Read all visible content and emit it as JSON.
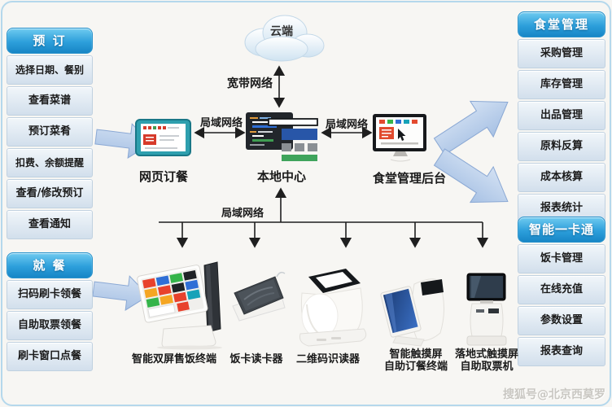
{
  "panels": {
    "booking": {
      "title": "预 订",
      "items": [
        "选择日期、餐别",
        "查看菜谱",
        "预订菜肴",
        "扣费、余额提醒",
        "查看/修改预订",
        "查看通知"
      ]
    },
    "dining": {
      "title": "就 餐",
      "items": [
        "扫码刷卡领餐",
        "自助取票领餐",
        "刷卡窗口点餐"
      ]
    },
    "canteen_mgmt": {
      "title": "食堂管理",
      "items": [
        "采购管理",
        "库存管理",
        "出品管理",
        "原料反算",
        "成本核算",
        "报表统计"
      ]
    },
    "smart_card": {
      "title": "智能一卡通",
      "items": [
        "饭卡管理",
        "在线充值",
        "参数设置",
        "报表查询"
      ]
    }
  },
  "center": {
    "cloud": "云端",
    "broadband_label": "宽带网络",
    "lan_label_left": "局域网络",
    "lan_label_right": "局域网络",
    "lan_label_bottom": "局域网络",
    "web_ordering": "网页订餐",
    "local_center": "本地中心",
    "backend": "食堂管理后台"
  },
  "devices": [
    {
      "label": "智能双屏售饭终端",
      "label2": ""
    },
    {
      "label": "饭卡读卡器",
      "label2": ""
    },
    {
      "label": "二维码识读器",
      "label2": ""
    },
    {
      "label": "智能触摸屏",
      "label2": "自助订餐终端"
    },
    {
      "label": "落地式触摸屏",
      "label2": "自助取票机"
    }
  ],
  "watermark": "搜狐号@北京西莫罗",
  "colors": {
    "header_blue_top": "#6fcbf0",
    "header_blue_bottom": "#1786c6",
    "item_bg": "#d9e4ef",
    "block_arrow_blue": "#b6cdea",
    "line_black": "#222222",
    "tablet_teal": "#2e9fae",
    "browser_blue": "#2856a8",
    "browser_green": "#3fa45c",
    "alert_red": "#e14b2e"
  }
}
